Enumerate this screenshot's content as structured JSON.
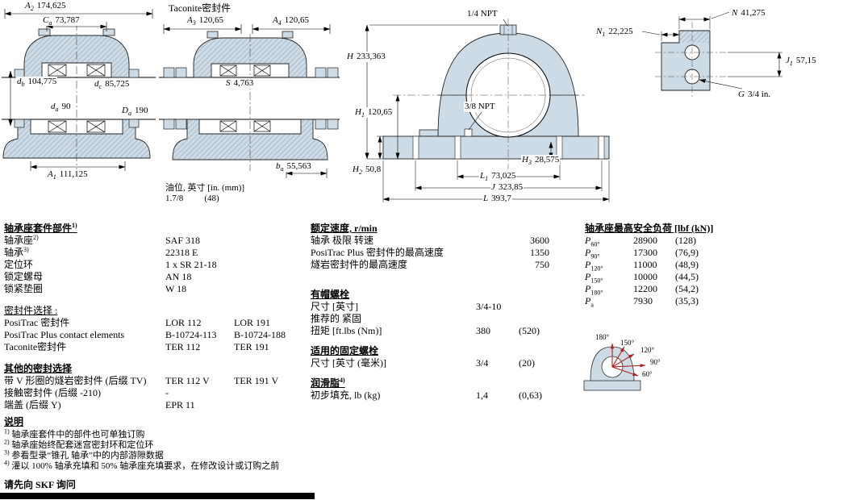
{
  "colors": {
    "housing_fill": "#cddbe6",
    "load_arrow": "#b22222"
  },
  "drawings": {
    "d1": {
      "A2": {
        "base": "A",
        "sub": "2",
        "value": "174,625"
      },
      "Ca": {
        "base": "C",
        "sub": "a",
        "value": "73,787"
      },
      "db": {
        "base": "d",
        "sub": "b",
        "value": "104,775"
      },
      "dc": {
        "base": "d",
        "sub": "c",
        "value": "85,725"
      },
      "da": {
        "base": "d",
        "sub": "a",
        "value": "90"
      },
      "Da": {
        "base": "D",
        "sub": "a",
        "value": "190"
      },
      "A1": {
        "base": "A",
        "sub": "1",
        "value": "111,125"
      }
    },
    "d2": {
      "title": "Taconite密封件",
      "A3": {
        "base": "A",
        "sub": "3",
        "value": "120,65"
      },
      "A4": {
        "base": "A",
        "sub": "4",
        "value": "120,65"
      },
      "S": {
        "base": "S",
        "value": "4,763"
      },
      "ba": {
        "base": "b",
        "sub": "a",
        "value": "55,563"
      },
      "oil_label": "油位, 英寸 [in. (mm)]",
      "oil_value": "1.7/8",
      "oil_value_mm": "(48)"
    },
    "d3": {
      "npt_top": "1/4 NPT",
      "npt_side": "3/8 NPT",
      "H": {
        "base": "H",
        "value": "233,363"
      },
      "H1": {
        "base": "H",
        "sub": "1",
        "value": "120,65"
      },
      "H2": {
        "base": "H",
        "sub": "2",
        "value": "50,8"
      },
      "H3": {
        "base": "H",
        "sub": "3",
        "value": "28,575"
      },
      "L1": {
        "base": "L",
        "sub": "1",
        "value": "73,025"
      },
      "J": {
        "base": "J",
        "value": "323,85"
      },
      "L": {
        "base": "L",
        "value": "393,7"
      }
    },
    "d4": {
      "N": {
        "base": "N",
        "value": "41,275"
      },
      "N1": {
        "base": "N",
        "sub": "1",
        "value": "22,225"
      },
      "J1": {
        "base": "J",
        "sub": "1",
        "value": "57,15"
      },
      "G": {
        "base": "G",
        "value": "3/4 in."
      }
    }
  },
  "parts": {
    "header": "轴承座套件部件",
    "header_sup": "1)",
    "rows": [
      {
        "label": "轴承座",
        "sup": "2)",
        "v1": "SAF 318"
      },
      {
        "label": "轴承",
        "sup": "3)",
        "v1": "22318 E"
      },
      {
        "label": "定位环",
        "v1": "1 x SR 21-18"
      },
      {
        "label": "锁定螺母",
        "v1": "AN 18"
      },
      {
        "label": "锁紧垫圈",
        "v1": "W 18"
      }
    ],
    "seals_header": "密封件选择 :",
    "seal_rows": [
      {
        "label": "PosiTrac 密封件",
        "v1": "LOR 112",
        "v2": "LOR 191"
      },
      {
        "label": "PosiTrac Plus contact elements",
        "v1": "B-10724-113",
        "v2": "B-10724-188"
      },
      {
        "label": "Taconite密封件",
        "v1": "TER 112",
        "v2": "TER 191"
      }
    ],
    "other_header": "其他的密封选择",
    "other_rows": [
      {
        "label": "带 V 形圈的燧岩密封件 (后缀 TV)",
        "v1": "TER 112 V",
        "v2": "TER 191 V"
      },
      {
        "label": "接触密封件 (后缀 -210)",
        "v1": "-"
      },
      {
        "label": "端盖 (后缀 Y)",
        "v1": "EPR 11"
      }
    ]
  },
  "speeds": {
    "header": "额定速度, r/min",
    "rows": [
      {
        "label": "轴承 极限 转速",
        "v": "3600"
      },
      {
        "label": "PosiTrac Plus 密封件的最高速度",
        "v": "1350"
      },
      {
        "label": "燧岩密封件的最高速度",
        "v": "750"
      }
    ]
  },
  "cap_bolts": {
    "header": "有帽螺栓",
    "size_label": "尺寸 [英寸]",
    "size_value": "3/4-10",
    "torque_label1": "推荐的 紧固",
    "torque_label2": "扭矩 [ft.lbs (Nm)]",
    "torque_v1": "380",
    "torque_v2": "(520)"
  },
  "attach_bolts": {
    "header": "适用的固定螺栓",
    "size_label": "尺寸 [英寸 (毫米)]",
    "v1": "3/4",
    "v2": "(20)"
  },
  "grease": {
    "header": "润滑脂",
    "header_sup": "4)",
    "fill_label": "初步填充, lb (kg)",
    "v1": "1,4",
    "v2": "(0,63)"
  },
  "loads": {
    "header": "轴承座最高安全负荷 [lbf (kN)]",
    "rows": [
      {
        "base": "P",
        "sub": "60°",
        "v1": "28900",
        "v2": "(128)"
      },
      {
        "base": "P",
        "sub": "90°",
        "v1": "17300",
        "v2": "(76,9)"
      },
      {
        "base": "P",
        "sub": "120°",
        "v1": "11000",
        "v2": "(48,9)"
      },
      {
        "base": "P",
        "sub": "150°",
        "v1": "10000",
        "v2": "(44,5)"
      },
      {
        "base": "P",
        "sub": "180°",
        "v1": "12200",
        "v2": "(54,2)"
      },
      {
        "base": "P",
        "sub": "a",
        "v1": "7930",
        "v2": "(35,3)"
      }
    ],
    "angles": [
      "180°",
      "150°",
      "120°",
      "90°",
      "60°"
    ]
  },
  "notes": {
    "header": "说明",
    "items": [
      {
        "sup": "1)",
        "text": "轴承座套件中的部件也可单独订购"
      },
      {
        "sup": "2)",
        "text": "轴承座始终配套迷宫密封环和定位环"
      },
      {
        "sup": "3)",
        "text": "参看型录“锥孔 轴承”中的内部游隙数据"
      },
      {
        "sup": "4)",
        "text": "灌以 100% 轴承充填和 50% 轴承座充填要求，在修改设计或订购之前"
      }
    ],
    "footer": "请先向 SKF 询问"
  }
}
